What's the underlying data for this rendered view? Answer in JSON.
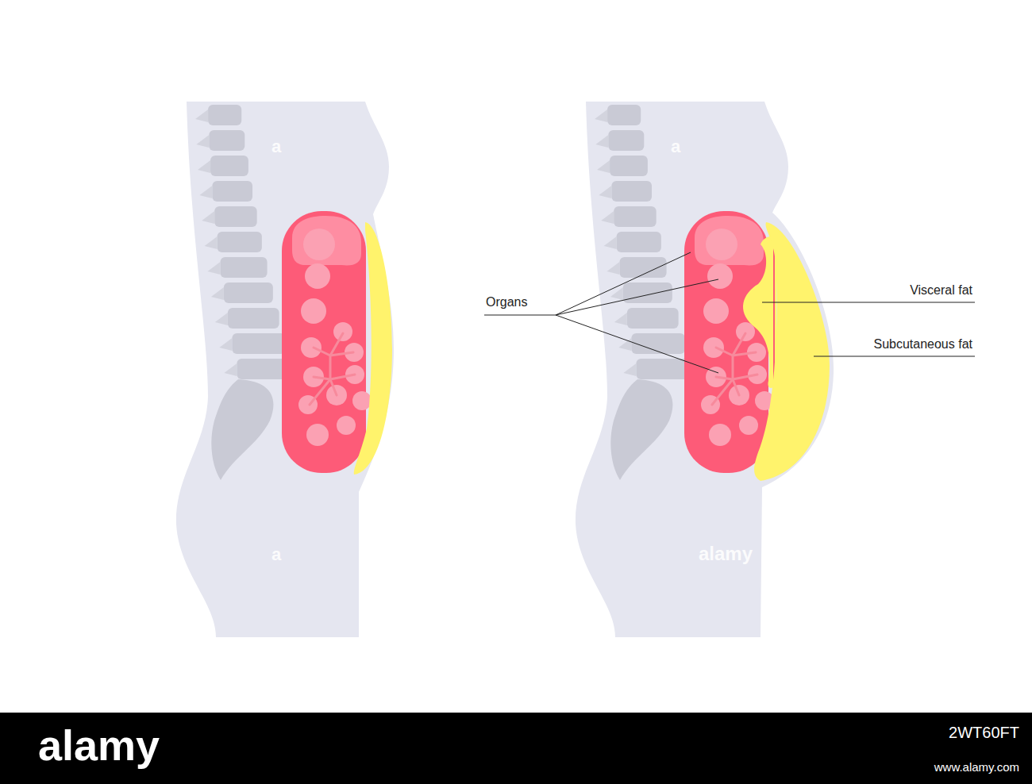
{
  "diagram": {
    "labels": [
      "a",
      "a",
      "a",
      "alamy",
      "Organs",
      "Visceral fat",
      "Subcutaneous fat",
      "alamy",
      "2WT60FT",
      "www.alamy.com"
    ]
  }
}
